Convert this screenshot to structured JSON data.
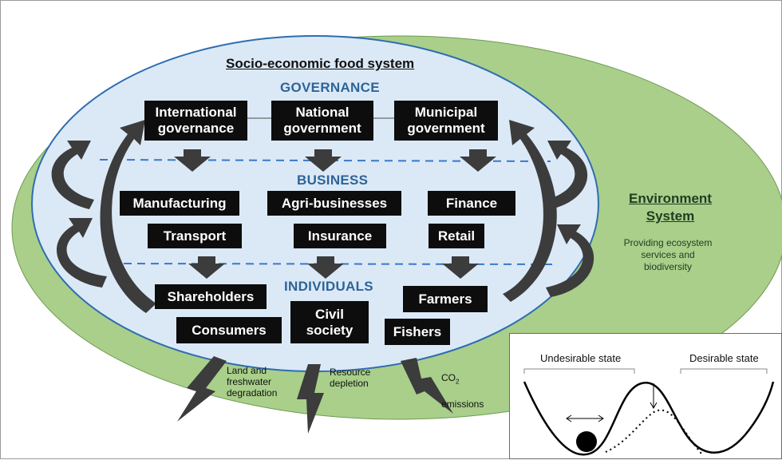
{
  "diagram": {
    "title": "Socio-economic food system",
    "colors": {
      "environment_fill": "#a9cf8a",
      "system_fill": "#dbe9f7",
      "system_border": "#2f6db0",
      "section_header": "#2e6496",
      "box_fill": "#0d0d0d",
      "arrow_fill": "#3c3c3c"
    },
    "governance": {
      "header": "GOVERNANCE",
      "boxes": [
        "International\ngovernance",
        "National\ngovernment",
        "Municipal\ngovernment"
      ]
    },
    "business": {
      "header": "BUSINESS",
      "boxes": [
        "Manufacturing",
        "Agri-businesses",
        "Finance",
        "Transport",
        "Insurance",
        "Retail"
      ]
    },
    "individuals": {
      "header": "INDIVIDUALS",
      "boxes": [
        "Shareholders",
        "Civil\nsociety",
        "Farmers",
        "Consumers",
        "Fishers"
      ]
    },
    "environment": {
      "title_line1": "Environment",
      "title_line2": "System",
      "description": "Providing ecosystem\nservices and\nbiodiversity"
    },
    "impacts": {
      "land": "Land and\nfreshwater\ndegradation",
      "resource": "Resource\ndepletion",
      "co2_prefix": "CO",
      "co2_sub": "2",
      "co2_suffix": "emissions"
    },
    "inset": {
      "undesirable": "Undesirable state",
      "desirable": "Desirable state"
    }
  }
}
